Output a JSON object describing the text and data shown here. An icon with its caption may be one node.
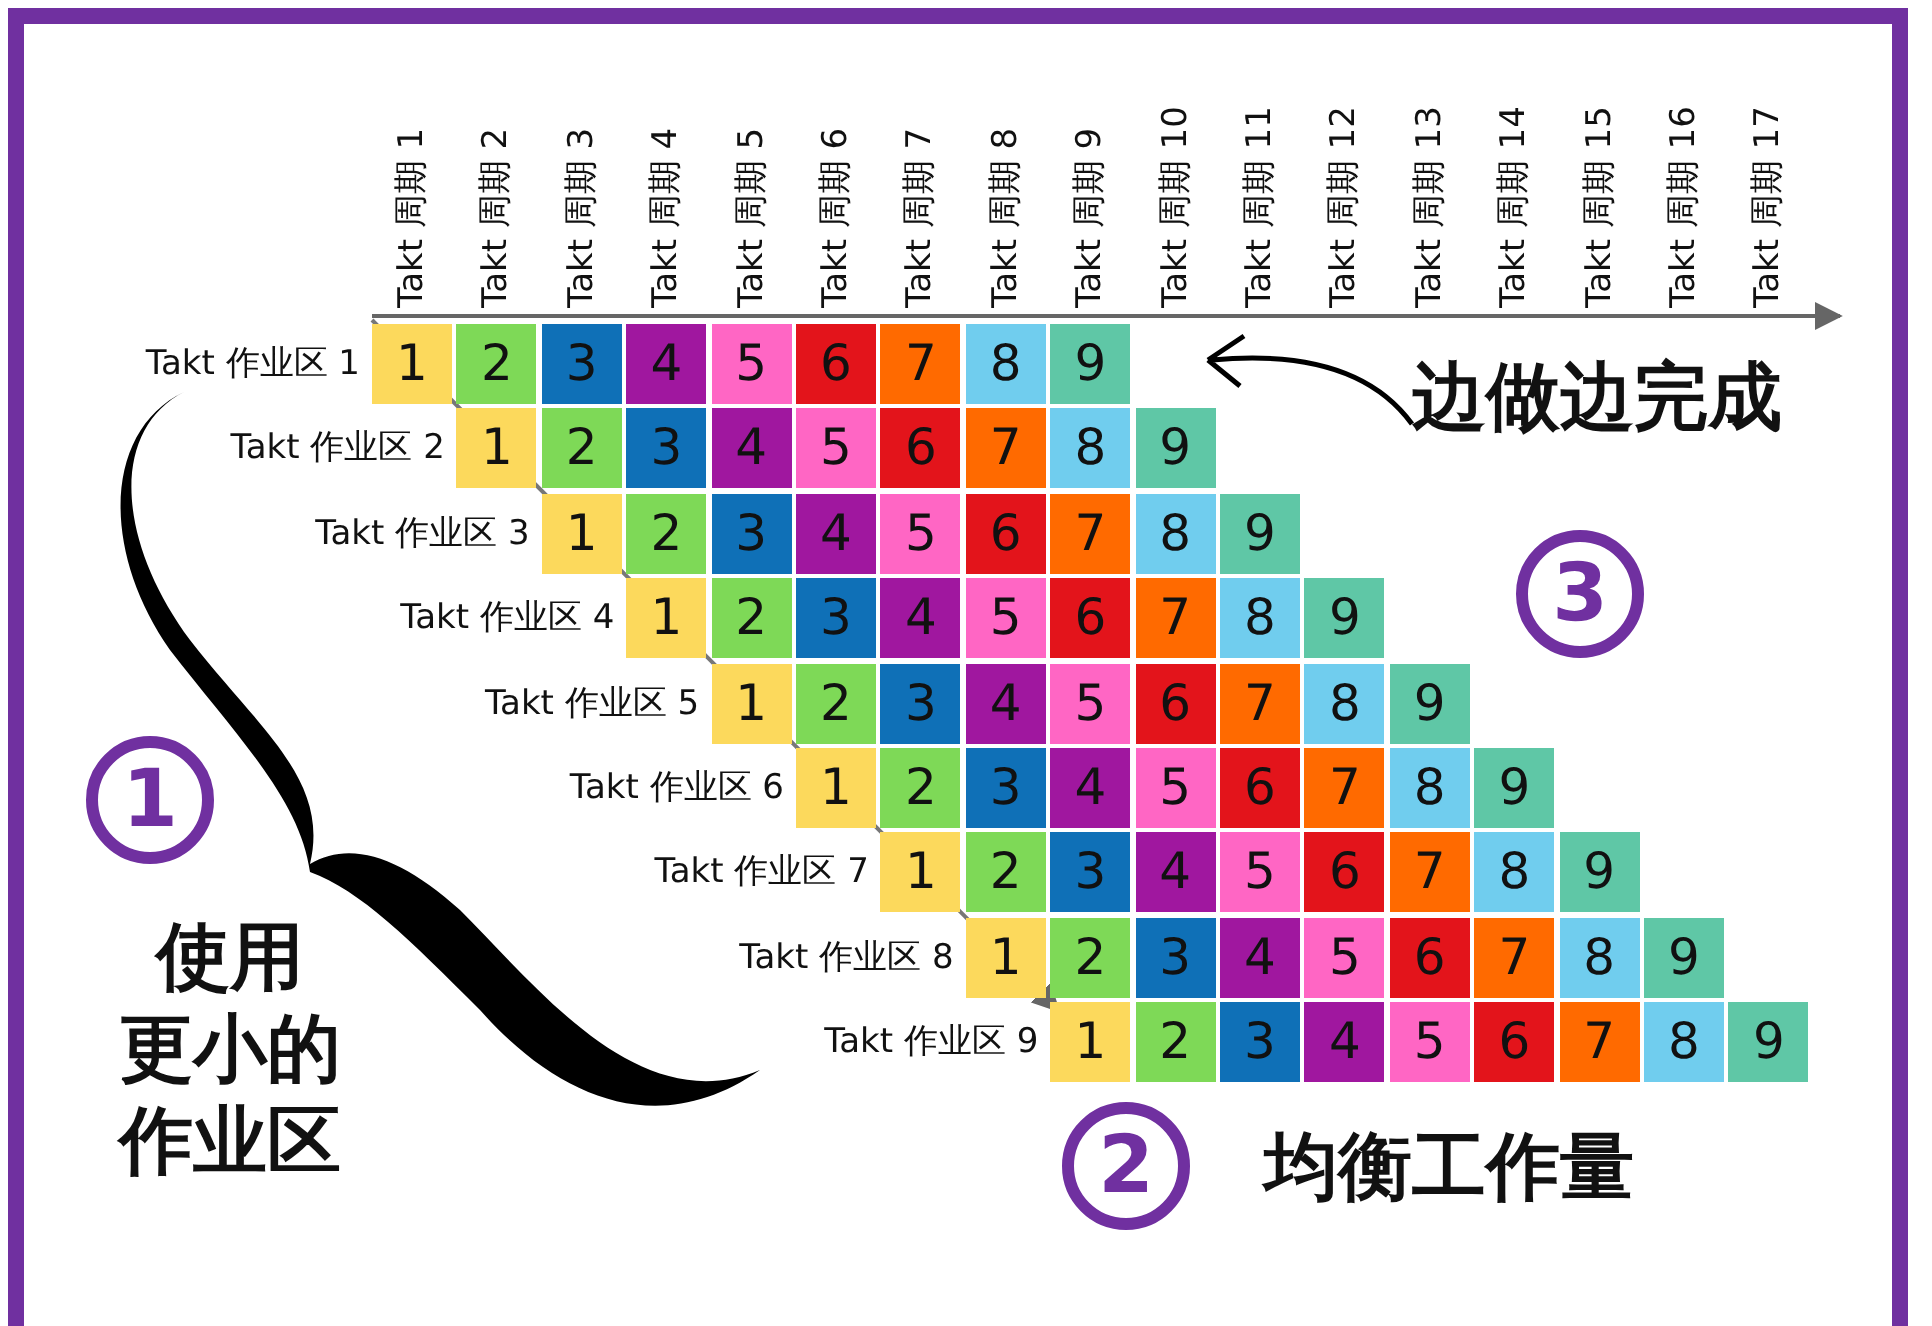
{
  "diagram": {
    "labels": [
      "Takt 周期 1",
      "Takt 周期 2",
      "Takt 周期 3",
      "Takt 周期 4",
      "Takt 周期 5",
      "Takt 周期 6",
      "Takt 周期 7",
      "Takt 周期 8",
      "Takt 周期 9",
      "Takt 周期 10",
      "Takt 周期 11",
      "Takt 周期 12",
      "Takt 周期 13",
      "Takt 周期 14",
      "Takt 周期 15",
      "Takt 周期 16",
      "Takt 周期 17",
      "Takt 作业区 1",
      "1",
      "2",
      "3",
      "4",
      "5",
      "6",
      "7",
      "8",
      "9",
      "Takt 作业区 2",
      "1",
      "2",
      "3",
      "4",
      "5",
      "6",
      "7",
      "8",
      "9",
      "Takt 作业区 3",
      "1",
      "2",
      "3",
      "4",
      "5",
      "6",
      "7",
      "8",
      "9",
      "Takt 作业区 4",
      "1",
      "2",
      "3",
      "4",
      "5",
      "6",
      "7",
      "8",
      "9",
      "Takt 作业区 5",
      "1",
      "2",
      "3",
      "4",
      "5",
      "6",
      "7",
      "8",
      "9",
      "Takt 作业区 6",
      "1",
      "2",
      "3",
      "4",
      "5",
      "6",
      "7",
      "8",
      "9",
      "Takt 作业区 7",
      "1",
      "2",
      "3",
      "4",
      "5",
      "6",
      "7",
      "8",
      "9",
      "Takt 作业区 8",
      "1",
      "2",
      "3",
      "4",
      "5",
      "6",
      "7",
      "8",
      "9",
      "Takt 作业区 9",
      "1",
      "2",
      "3",
      "4",
      "5",
      "6",
      "7",
      "8",
      "9",
      "边做边完成",
      "3",
      "1",
      "使用更小的作业区",
      "2",
      "均衡工作量"
    ]
  }
}
